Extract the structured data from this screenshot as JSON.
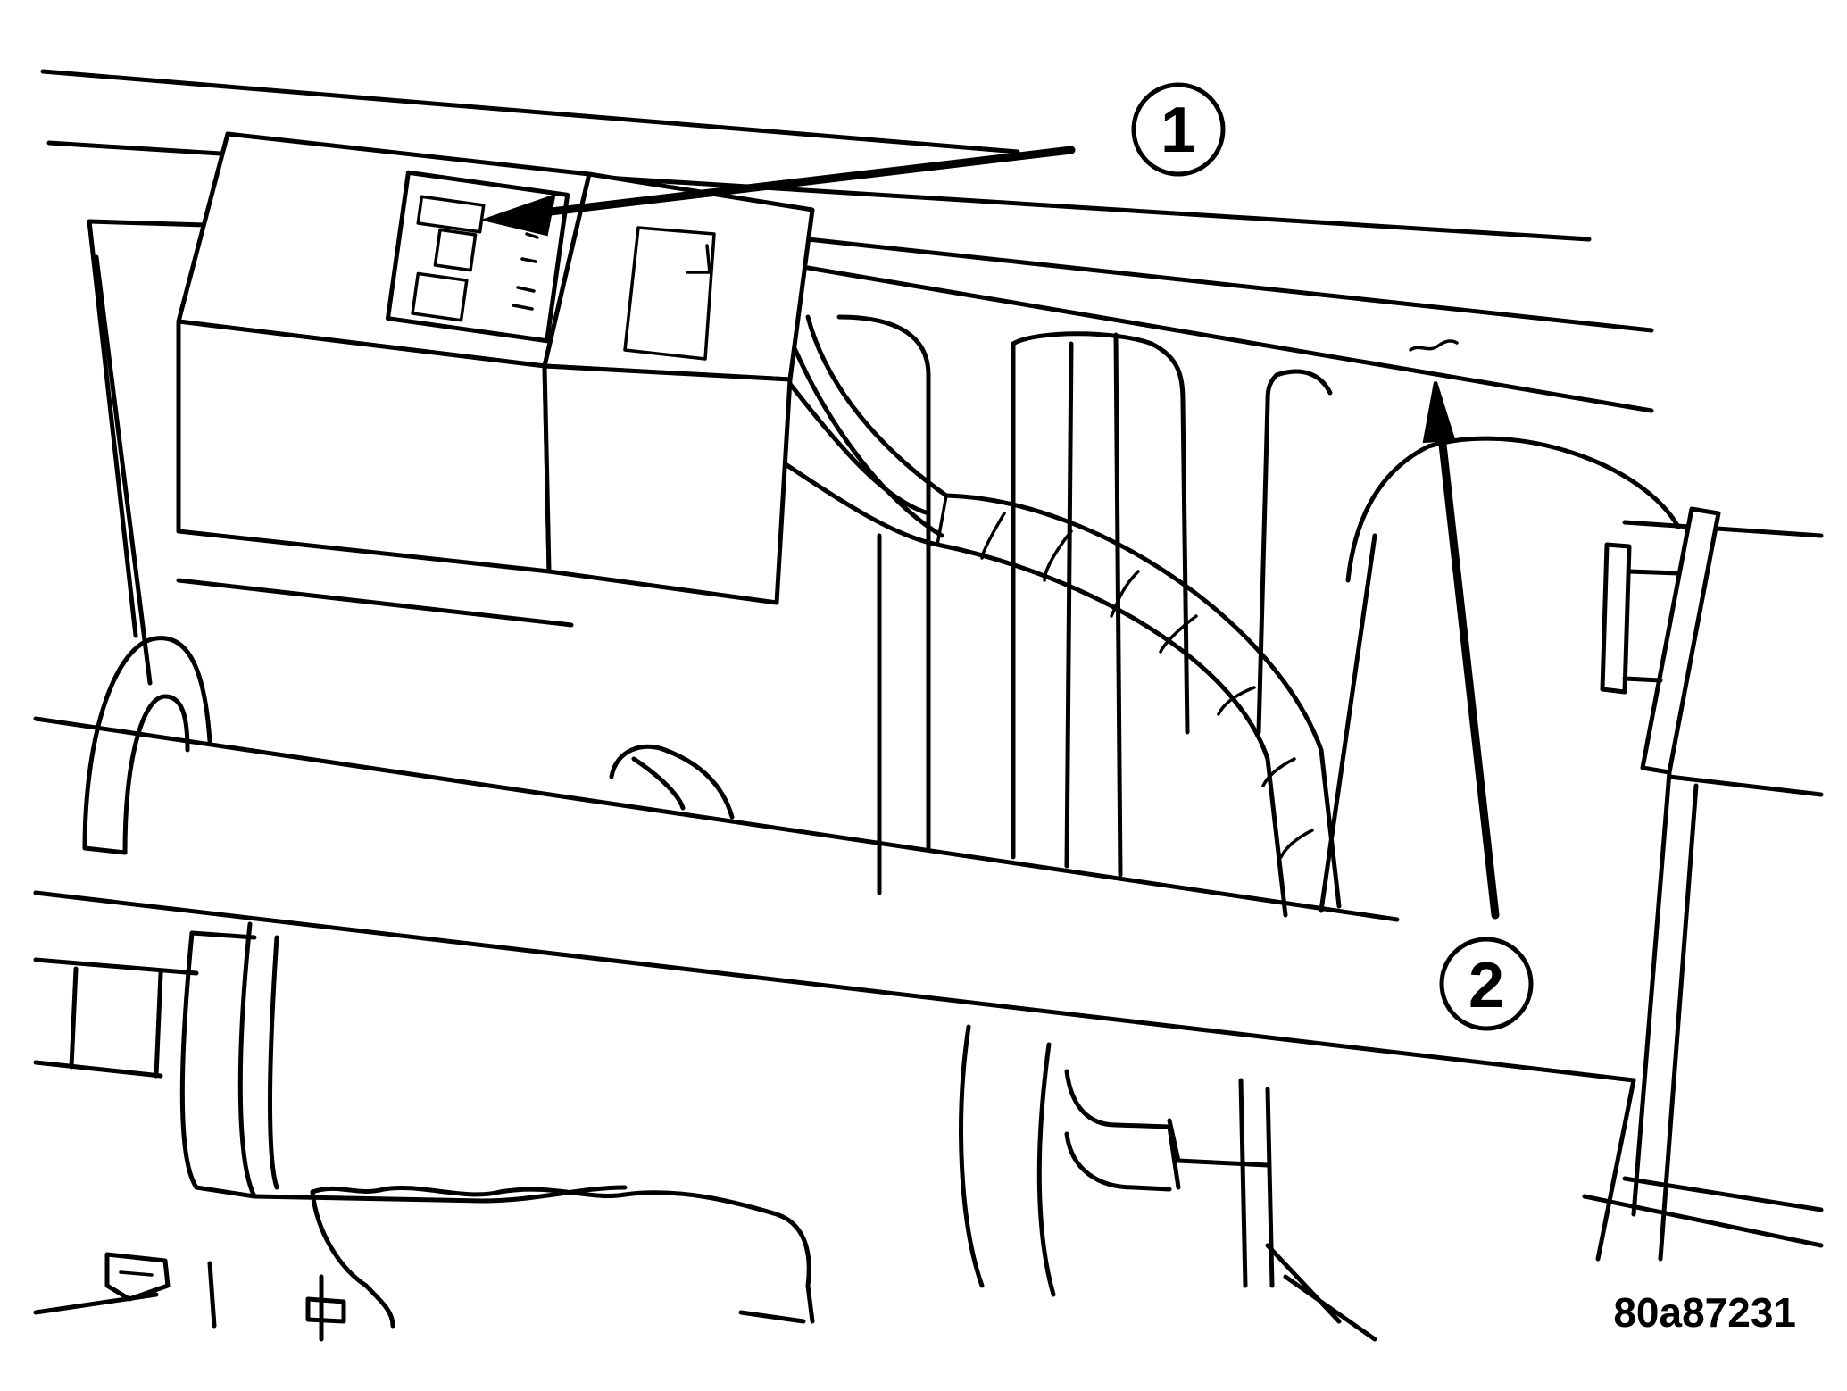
{
  "figure": {
    "id_label": "80a87231"
  },
  "callouts": [
    {
      "number": "1"
    },
    {
      "number": "2"
    }
  ]
}
